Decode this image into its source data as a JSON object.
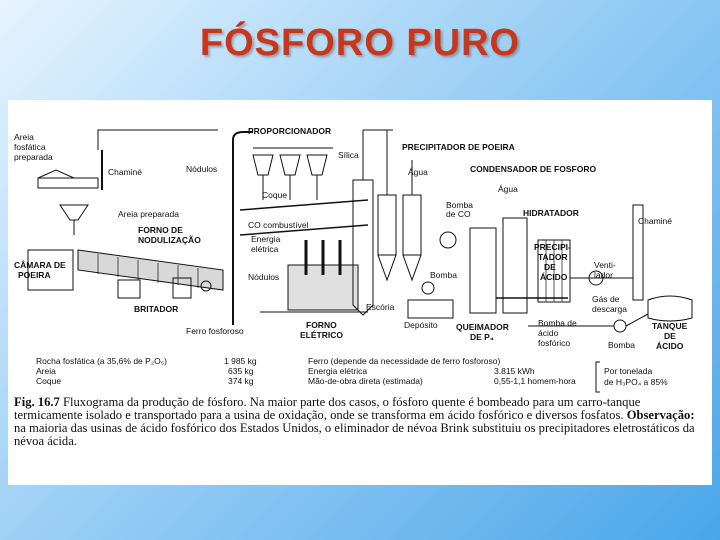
{
  "slide": {
    "title": "FÓSFORO PURO",
    "title_color": "#c8361b"
  },
  "diagram": {
    "labels": {
      "areia_fosfatica": [
        "Areia",
        "fosfática",
        "preparada"
      ],
      "chamine_left": "Chaminé",
      "proporcionador": "PROPORCIONADOR",
      "nodulos_top": "Nódulos",
      "silica": "Sílica",
      "coque": "Coque",
      "precipitador": "PRECIPITADOR DE POEIRA",
      "agua_1": "Água",
      "condensador": "CONDENSADOR DE FOSFORO",
      "agua_2": "Água",
      "bomba_co": [
        "Bomba",
        "de CO"
      ],
      "hidratador": "HIDRATADOR",
      "chamine_right": "Chaminé",
      "areia_preparada": "Areia preparada",
      "co_combustivel": "CO combustível",
      "forno_nodulizacao": [
        "FORNO DE",
        "NODULIZAÇÃO"
      ],
      "energia_eletrica": [
        "Energia",
        "elétrica"
      ],
      "camara_poeira": [
        "CÂMARA DE",
        "POEIRA"
      ],
      "nodulos_bottom": "Nódulos",
      "precipitador_acido": [
        "PRECIPI-",
        "TADOR",
        "DE",
        "ÁCIDO"
      ],
      "ventilador": [
        "Venti-",
        "lador"
      ],
      "bomba_1": "Bomba",
      "gas_descarga": [
        "Gás de",
        "descarga"
      ],
      "britador": "BRITADOR",
      "escoria": "Escória",
      "ferro_fosforoso": "Ferro fosforoso",
      "forno_eletrico": [
        "FORNO",
        "ELÉTRICO"
      ],
      "deposito": "Depósito",
      "queimador": [
        "QUEIMADOR",
        "DE P₄"
      ],
      "bomba_acido": [
        "Bomba de",
        "ácido",
        "fosfórico"
      ],
      "tanque_acido": [
        "TANQUE",
        "DE",
        "ÁCIDO"
      ],
      "bomba_2": "Bomba"
    },
    "consumption_table": {
      "materials": [
        {
          "item": "Rocha fosfática (a 35,6% de P₂O₅)",
          "value": "1 985 kg"
        },
        {
          "item": "Areia",
          "value": "635 kg"
        },
        {
          "item": "Coque",
          "value": "374 kg"
        }
      ],
      "other": [
        {
          "item": "Ferro (depende da necessidade de ferro fosforoso)",
          "value": ""
        },
        {
          "item": "Energia elétrica",
          "value": "3.815 kWh"
        },
        {
          "item": "Mão-de-obra direta (estimada)",
          "value": "0,55-1,1 homem-hora"
        }
      ],
      "per_ton": [
        "Por tonelada",
        "de H₃PO₄ a 85%"
      ]
    }
  },
  "caption": {
    "fig_no": "Fig. 16.7",
    "text": "Fluxograma da produção de fósforo. Na maior parte dos casos, o fósforo quente é bombeado para um carro-tanque termicamente isolado e transportado para a usina de oxidação, onde se transforma em ácido fosfórico e diversos fosfatos.",
    "obs_label": "Observação:",
    "obs_text": "na maioria das usinas de ácido fosfórico dos Estados Unidos, o eliminador de névoa Brink substituiu os precipitadores eletrostáticos da névoa ácida."
  }
}
